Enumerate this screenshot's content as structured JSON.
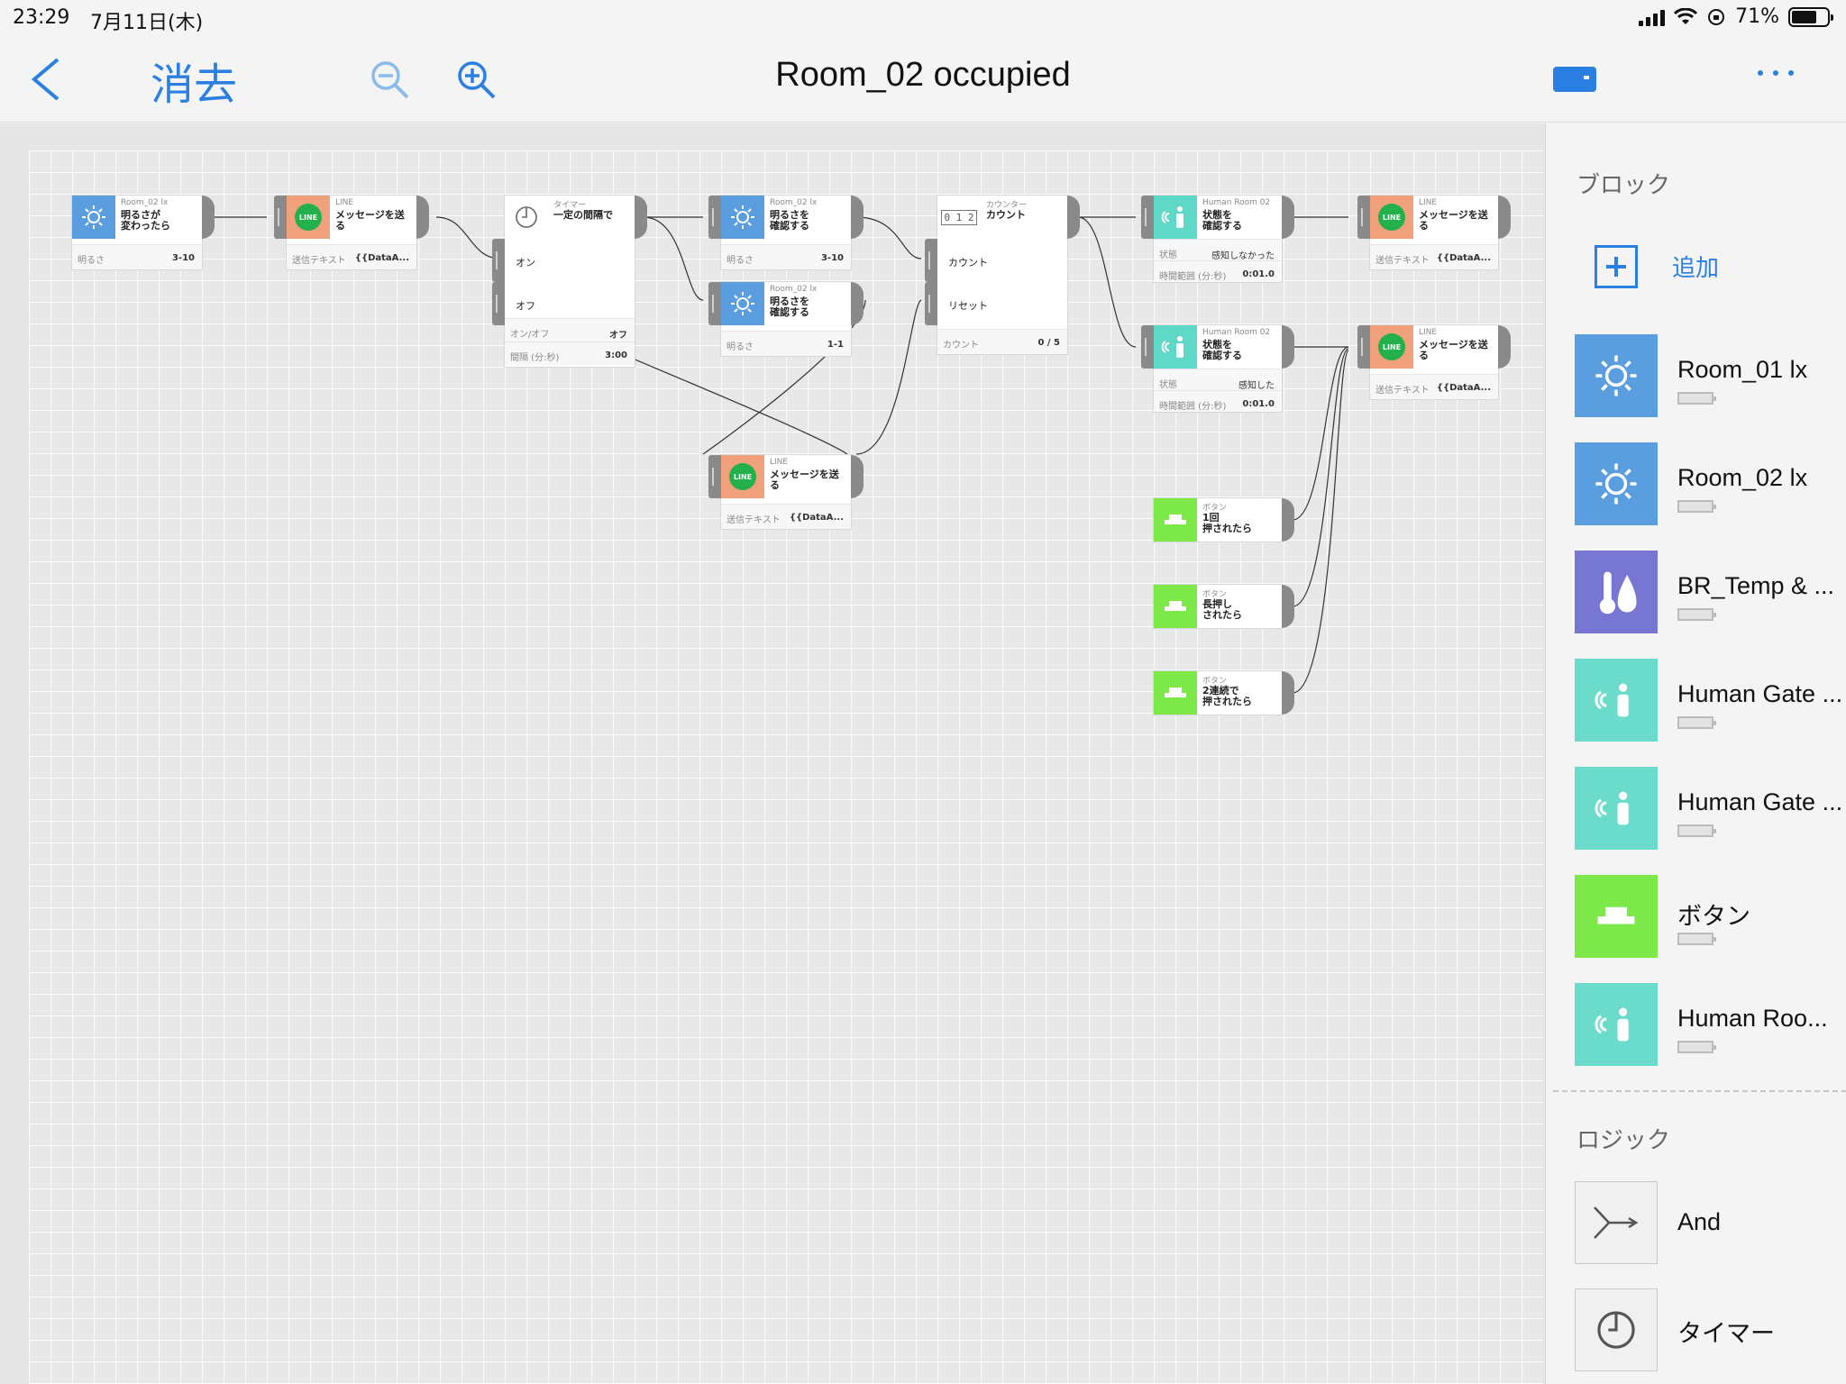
{
  "status": {
    "time": "23:29",
    "date": "7月11日(木)",
    "battery": "71%",
    "battery_level": 0.71
  },
  "nav": {
    "title": "Room_02 occupied",
    "delete_label": "消去"
  },
  "nodes": {
    "n1": {
      "meta": "Room_02 lx",
      "title": "明るさが\n変わったら",
      "prop_key": "明るさ",
      "prop_val": "3-10"
    },
    "n2": {
      "meta": "LINE",
      "title": "メッセージを送\nる",
      "prop_key": "送信テキスト",
      "prop_val": "{{DataA..."
    },
    "n3": {
      "meta": "タイマー",
      "title": "一定の間隔で",
      "row1": "オン",
      "row2": "オフ",
      "prop1_key": "オン/オフ",
      "prop1_val": "オフ",
      "prop2_key": "間隔 (分:秒)",
      "prop2_val": "3:00"
    },
    "n4": {
      "meta": "Room_02 lx",
      "title": "明るさを\n確認する",
      "prop_key": "明るさ",
      "prop_val": "3-10"
    },
    "n5": {
      "meta": "Room_02 lx",
      "title": "明るさを\n確認する",
      "prop_key": "明るさ",
      "prop_val": "1-1"
    },
    "n6": {
      "meta": "LINE",
      "title": "メッセージを送\nる",
      "prop_key": "送信テキスト",
      "prop_val": "{{DataA..."
    },
    "n7": {
      "meta": "カウンター",
      "title": "カウント",
      "row1": "カウント",
      "row2": "リセット",
      "prop_key": "カウント",
      "prop_val": "0 / 5",
      "icon_text": "0 1 2"
    },
    "n8": {
      "meta": "Human Room 02",
      "title": "状態を\n確認する",
      "prop1_key": "状態",
      "prop1_val": "感知しなかった",
      "prop2_key": "時間範囲 (分:秒)",
      "prop2_val": "0:01.0"
    },
    "n9": {
      "meta": "Human Room 02",
      "title": "状態を\n確認する",
      "prop1_key": "状態",
      "prop1_val": "感知した",
      "prop2_key": "時間範囲 (分:秒)",
      "prop2_val": "0:01.0"
    },
    "n10": {
      "meta": "ボタン",
      "title": "1回\n押されたら"
    },
    "n11": {
      "meta": "ボタン",
      "title": "長押し\nされたら"
    },
    "n12": {
      "meta": "ボタン",
      "title": "2連続で\n押されたら"
    },
    "n13": {
      "meta": "LINE",
      "title": "メッセージを送\nる",
      "prop_key": "送信テキスト",
      "prop_val": "{{DataA..."
    },
    "n14": {
      "meta": "LINE",
      "title": "メッセージを送\nる",
      "prop_key": "送信テキスト",
      "prop_val": "{{DataA..."
    }
  },
  "sidebar": {
    "blocks_heading": "ブロック",
    "add_label": "追加",
    "items": [
      {
        "label": "Room_01 lx",
        "icon": "brightness-icon"
      },
      {
        "label": "Room_02 lx",
        "icon": "brightness-icon"
      },
      {
        "label": "BR_Temp & ...",
        "icon": "temperature-humidity-icon"
      },
      {
        "label": "Human Gate ...",
        "icon": "human-sensor-icon"
      },
      {
        "label": "Human Gate ...",
        "icon": "human-sensor-icon"
      },
      {
        "label": "ボタン",
        "icon": "button-icon"
      },
      {
        "label": "Human Roo...",
        "icon": "human-sensor-icon"
      }
    ],
    "logic_heading": "ロジック",
    "logic_items": [
      {
        "label": "And",
        "icon": "and-logic-icon"
      },
      {
        "label": "タイマー",
        "icon": "timer-icon"
      }
    ]
  },
  "colors": {
    "accent": "#2a7fe0",
    "brightness": "#5a9ee0",
    "human": "#6bdccc",
    "button": "#7de84a",
    "line": "#22b14c",
    "temp": "#7876d3"
  }
}
